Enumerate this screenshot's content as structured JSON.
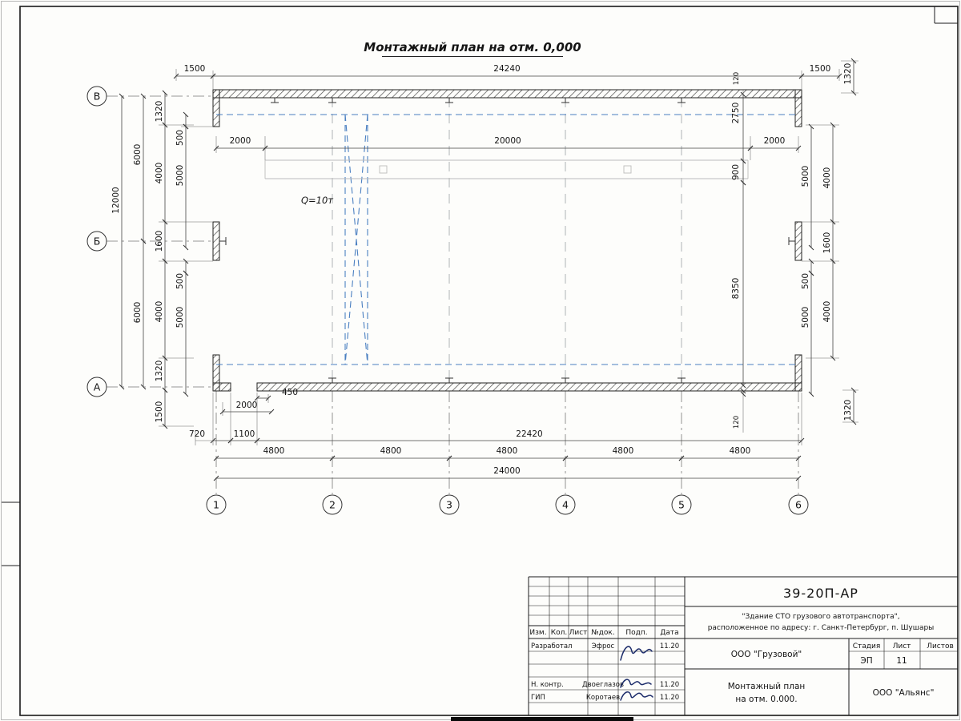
{
  "doc": {
    "title": "Монтажный план на отм. 0,000"
  },
  "plan": {
    "crane_label": "Q=10т",
    "row_axes": [
      "В",
      "Б",
      "А"
    ],
    "col_axes": [
      "1",
      "2",
      "3",
      "4",
      "5",
      "6"
    ],
    "dims": {
      "d120": "120",
      "d450": "450",
      "d500": "500",
      "d720": "720",
      "d900": "900",
      "d1100": "1100",
      "d1320": "1320",
      "d1500": "1500",
      "d1600": "1600",
      "d2000": "2000",
      "d2750": "2750",
      "d4000": "4000",
      "d4800": "4800",
      "d5000": "5000",
      "d6000": "6000",
      "d8350": "8350",
      "d12000": "12000",
      "d20000": "20000",
      "d22420": "22420",
      "d24000": "24000",
      "d24240": "24240"
    }
  },
  "titleblock": {
    "doc_number": "39-20П-АР",
    "project_line1": "\"Здание СТО грузового автотранспорта\",",
    "project_line2": "расположенное по адресу: г. Санкт-Петербург, п. Шушары",
    "header": {
      "izm": "Изм.",
      "kol": "Кол.",
      "list": "Лист",
      "ndok": "№док.",
      "podp": "Подп.",
      "data": "Дата"
    },
    "rows": [
      {
        "role": "Разработал",
        "name": "Эфрос",
        "date": "11.20"
      },
      {
        "role": "Н. контр.",
        "name": "Двоеглазов",
        "date": "11.20"
      },
      {
        "role": "ГИП",
        "name": "Коротаев",
        "date": "11.20"
      }
    ],
    "company": "ООО \"Грузовой\"",
    "stage_label": "Стадия",
    "sheet_label": "Лист",
    "sheets_label": "Листов",
    "stage": "ЭП",
    "sheet_no": "11",
    "title_line1": "Монтажный план",
    "title_line2": "на отм. 0.000.",
    "firm": "ООО \"Альянс\""
  }
}
